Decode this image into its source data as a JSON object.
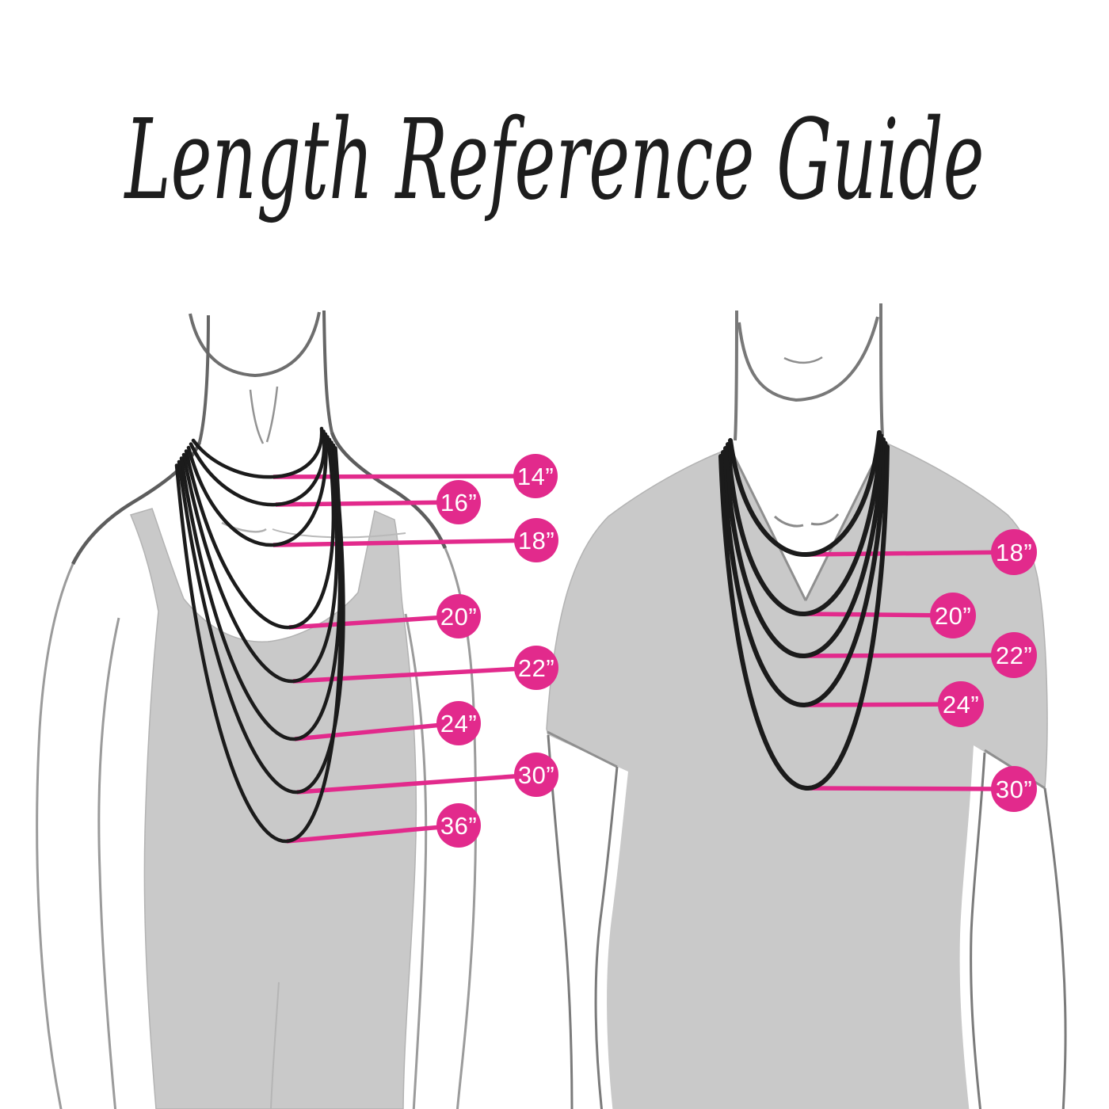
{
  "title": "Length Reference Guide",
  "colors": {
    "pink": "#e22a8c",
    "garment_gray": "#c9c9c9",
    "outline_dark": "#606060",
    "outline_light": "#9b9b9b",
    "necklace_black": "#1b1b1b"
  },
  "left_figure": {
    "name": "woman",
    "labels": [
      "14”",
      "16”",
      "18”",
      "20”",
      "22”",
      "24”",
      "30”",
      "36”"
    ]
  },
  "right_figure": {
    "name": "man",
    "labels": [
      "18”",
      "20”",
      "22”",
      "24”",
      "30”"
    ]
  }
}
